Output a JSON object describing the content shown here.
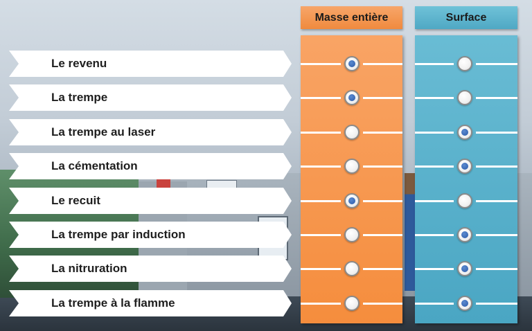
{
  "columns": {
    "masse": "Masse entière",
    "surface": "Surface"
  },
  "rows": [
    {
      "label": "Le revenu",
      "masse": true,
      "surface": false
    },
    {
      "label": "La trempe",
      "masse": true,
      "surface": false
    },
    {
      "label": "La trempe au laser",
      "masse": false,
      "surface": true
    },
    {
      "label": "La cémentation",
      "masse": false,
      "surface": true
    },
    {
      "label": "Le recuit",
      "masse": true,
      "surface": false
    },
    {
      "label": "La trempe par induction",
      "masse": false,
      "surface": true
    },
    {
      "label": "La nitruration",
      "masse": false,
      "surface": true
    },
    {
      "label": "La trempe à la flamme",
      "masse": false,
      "surface": true
    }
  ],
  "colors": {
    "masse": "#f58d3d",
    "surface": "#4aa6c3",
    "selected": "#2c5aa8"
  },
  "icons": {
    "radio": "radio-button-icon"
  }
}
